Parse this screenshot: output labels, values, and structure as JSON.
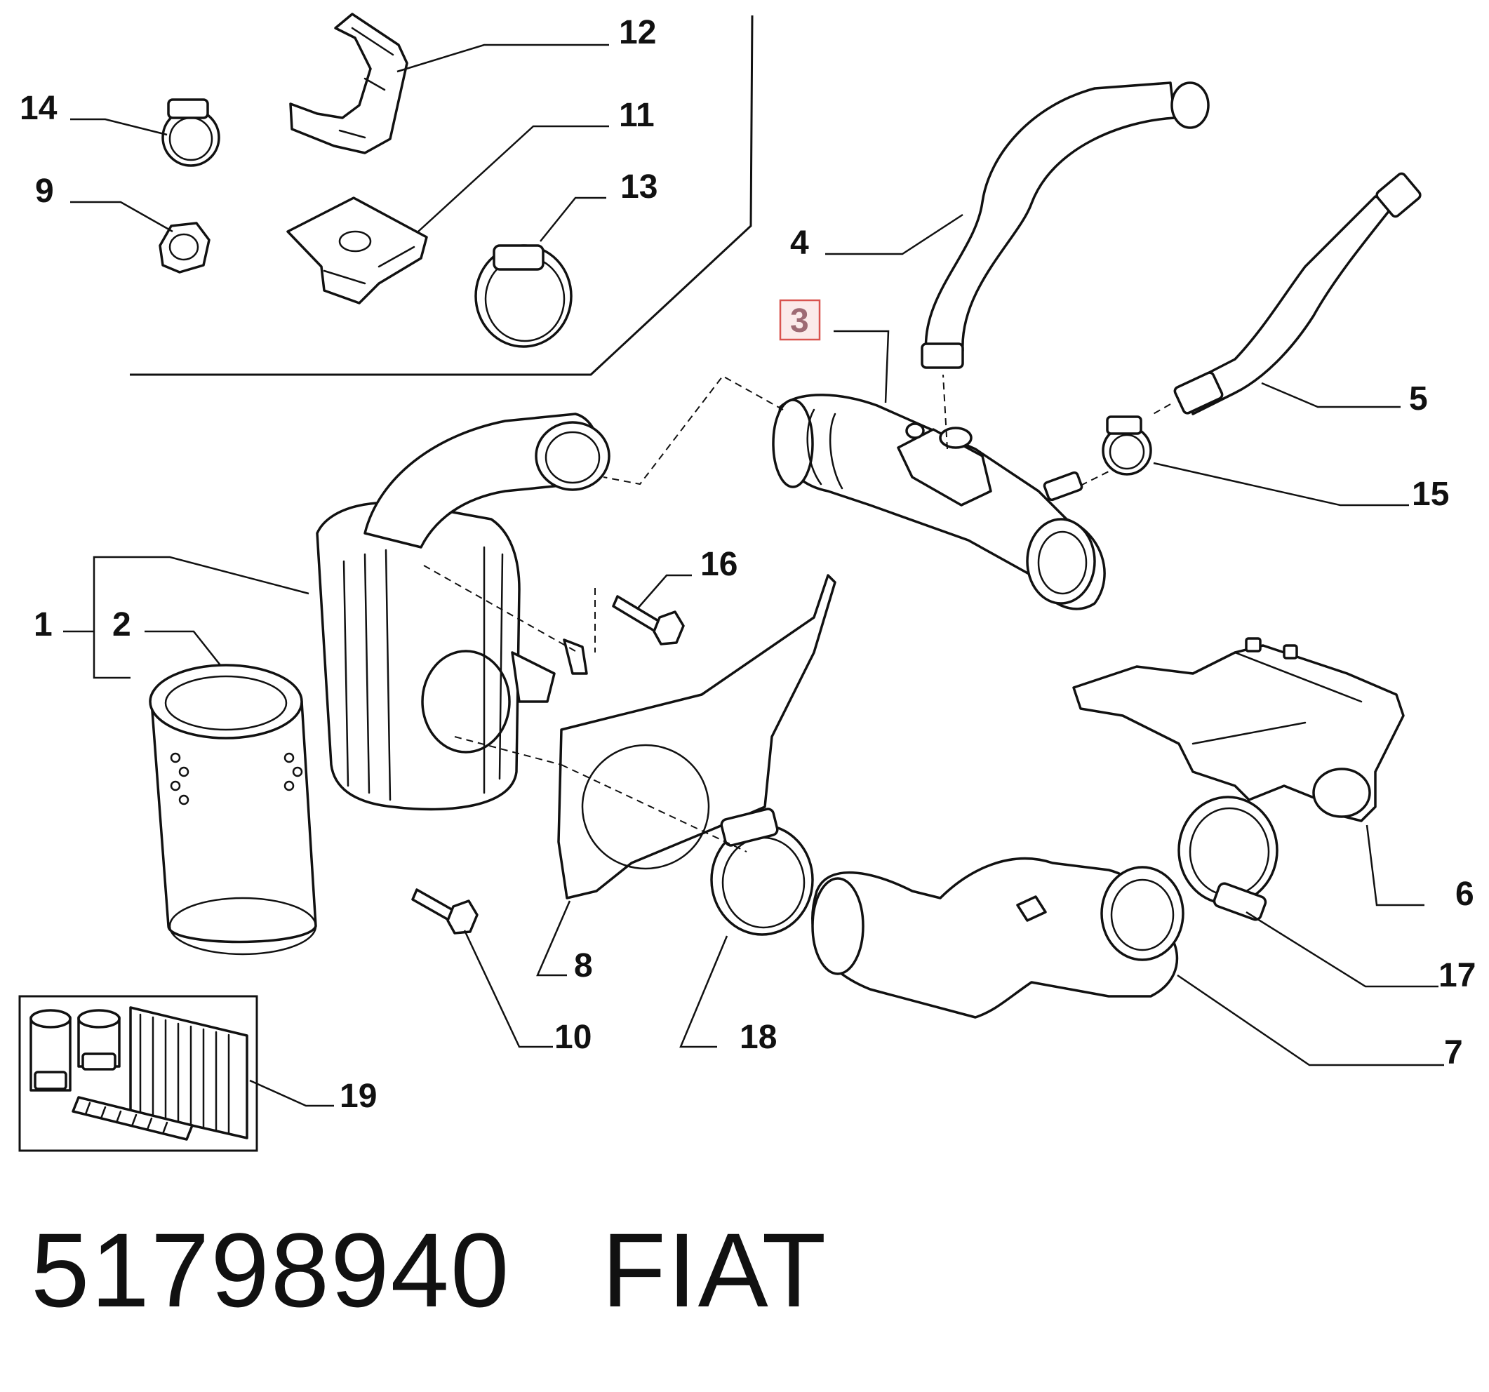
{
  "callouts": [
    {
      "id": "1",
      "label": "1"
    },
    {
      "id": "2",
      "label": "2"
    },
    {
      "id": "3",
      "label": "3",
      "highlighted": true
    },
    {
      "id": "4",
      "label": "4"
    },
    {
      "id": "5",
      "label": "5"
    },
    {
      "id": "6",
      "label": "6"
    },
    {
      "id": "7",
      "label": "7"
    },
    {
      "id": "8",
      "label": "8"
    },
    {
      "id": "9",
      "label": "9"
    },
    {
      "id": "10",
      "label": "10"
    },
    {
      "id": "11",
      "label": "11"
    },
    {
      "id": "12",
      "label": "12"
    },
    {
      "id": "13",
      "label": "13"
    },
    {
      "id": "14",
      "label": "14"
    },
    {
      "id": "15",
      "label": "15"
    },
    {
      "id": "16",
      "label": "16"
    },
    {
      "id": "17",
      "label": "17"
    },
    {
      "id": "18",
      "label": "18"
    },
    {
      "id": "19",
      "label": "19"
    }
  ],
  "footer": {
    "part_number": "51798940",
    "brand": "FIAT"
  },
  "colors": {
    "highlight_fill": "#fbeaea",
    "highlight_border": "#d9534f",
    "highlight_text": "#9e6a74",
    "line": "#111111"
  }
}
